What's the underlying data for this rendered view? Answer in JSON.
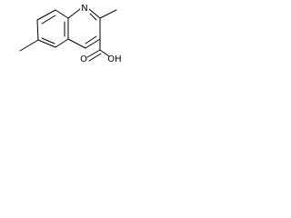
{
  "molecule": {
    "atoms": {
      "ring_nitrogen": "N",
      "oxo_oxygen": "O",
      "hydroxyl_group": "OH"
    }
  }
}
